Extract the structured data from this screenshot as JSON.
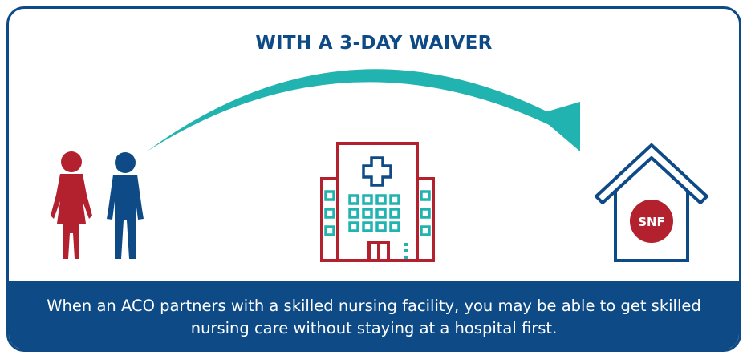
{
  "title": "WITH A 3-DAY WAIVER",
  "caption": "When an ACO partners with a skilled nursing facility, you may be able to get skilled nursing care without staying at a hospital first.",
  "snf_label": "SNF",
  "icons": {
    "people": "people-icon",
    "hospital": "hospital-icon",
    "arrow": "curved-arrow-icon",
    "snf_house": "house-icon"
  },
  "colors": {
    "navy": "#0e4b86",
    "red": "#b3202e",
    "teal": "#21b3b0",
    "white": "#ffffff"
  }
}
